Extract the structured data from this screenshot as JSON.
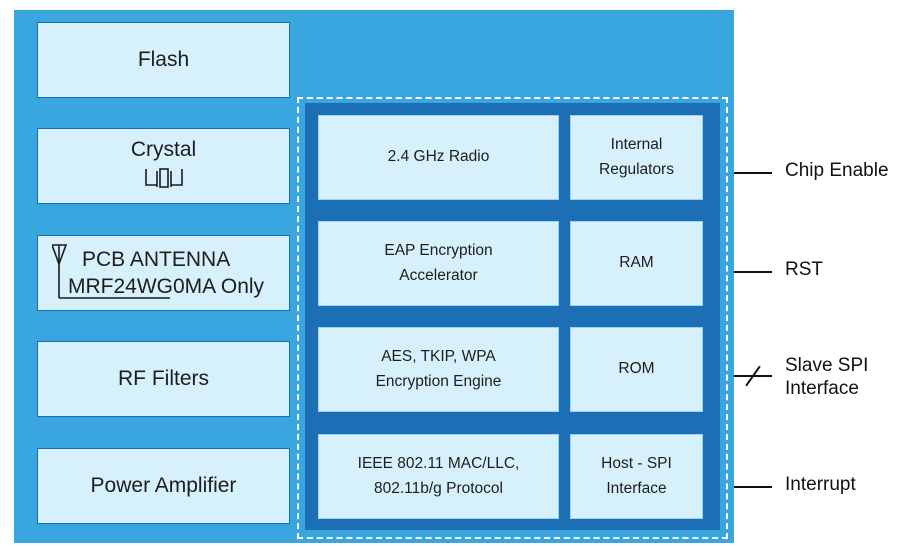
{
  "left_blocks": {
    "flash": "Flash",
    "crystal": "Crystal",
    "antenna_line1": "PCB ANTENNA",
    "antenna_line2": "MRF24WG0MA Only",
    "rf_filters": "RF Filters",
    "power_amplifier": "Power Amplifier"
  },
  "chip_blocks": {
    "radio": "2.4 GHz Radio",
    "regulators_line1": "Internal",
    "regulators_line2": "Regulators",
    "eap_line1": "EAP Encryption",
    "eap_line2": "Accelerator",
    "ram": "RAM",
    "aes_line1": "AES, TKIP, WPA",
    "aes_line2": "Encryption Engine",
    "rom": "ROM",
    "mac_line1": "IEEE 802.11 MAC/LLC,",
    "mac_line2": "802.11b/g Protocol",
    "hostspi_line1": "Host - SPI",
    "hostspi_line2": "Interface"
  },
  "signals": {
    "chip_enable": "Chip Enable",
    "rst": "RST",
    "slave_spi_line1": "Slave SPI",
    "slave_spi_line2": "Interface",
    "interrupt": "Interrupt"
  },
  "colors": {
    "board": "#3aa6df",
    "chip": "#1c6eb5",
    "block_fill": "#d6f1fb",
    "dashed_outline": "#ffffff"
  },
  "icons": [
    "crystal-icon",
    "antenna-icon"
  ]
}
